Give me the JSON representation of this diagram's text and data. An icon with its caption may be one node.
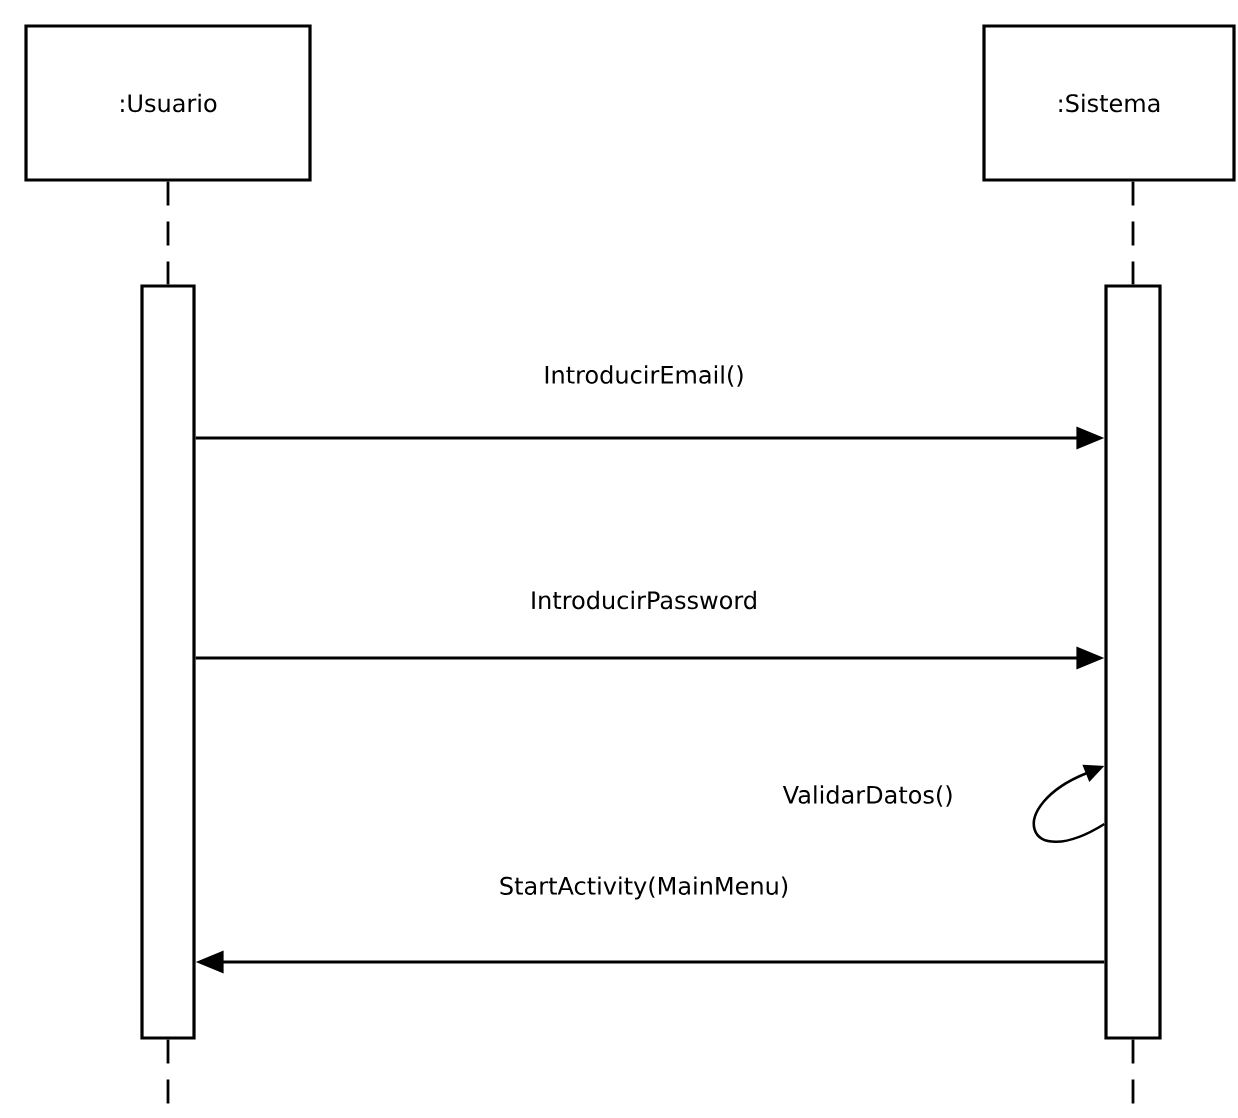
{
  "diagram": {
    "nodes": [
      {
        "text": [
          ":Usuario"
        ]
      },
      {
        "text": [
          ":Sistema"
        ]
      },
      {
        "text": [],
        "shape": "bar"
      },
      {
        "text": [],
        "shape": "bar"
      }
    ],
    "edges": [
      {
        "from": 0,
        "to": 2,
        "arrow": "none",
        "style": "dashed"
      },
      {
        "from": 1,
        "to": 3,
        "arrow": "none",
        "style": "dashed"
      },
      {
        "from": 2,
        "to": null,
        "arrow": "none",
        "style": "dashed"
      },
      {
        "from": 3,
        "to": null,
        "arrow": "none",
        "style": "dashed"
      },
      {
        "from": 2,
        "to": 3,
        "arrow": "to",
        "label": "IntroducirEmail()"
      },
      {
        "from": 2,
        "to": 3,
        "arrow": "to",
        "label": "IntroducirPassword"
      },
      {
        "from": 3,
        "to": 3,
        "arrow": "to",
        "label": "ValidarDatos()"
      },
      {
        "from": 3,
        "to": 2,
        "arrow": "to",
        "label": "StartActivity(MainMenu)"
      }
    ]
  }
}
